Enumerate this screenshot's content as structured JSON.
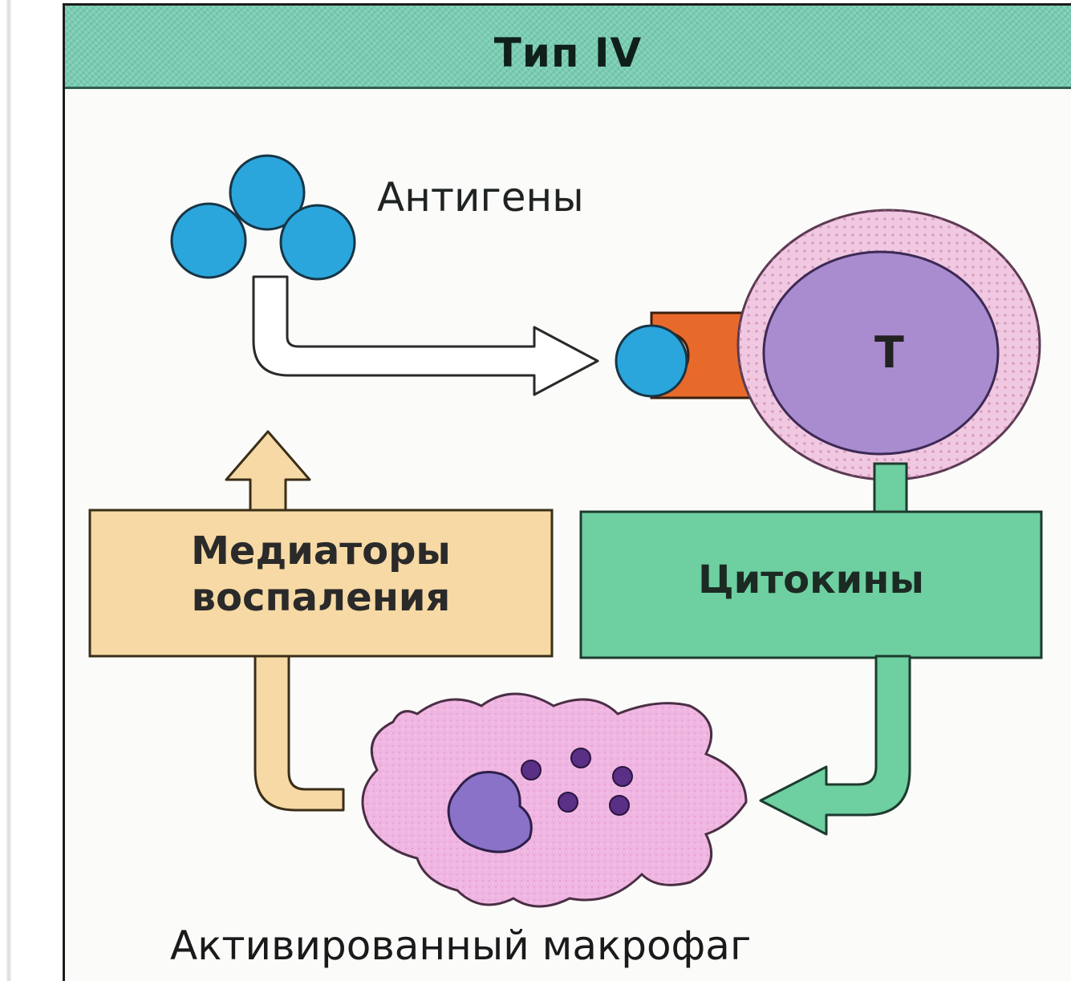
{
  "title": "Тип IV",
  "labels": {
    "antigens": "Антигены",
    "t_cell": "Т",
    "mediators": "Медиаторы воспаления",
    "cytokines": "Цитокины",
    "macrophage": "Активированный макрофаг"
  },
  "colors": {
    "title_bar": "#79cdb3",
    "antigen": "#2aa6dc",
    "t_cell_membrane": "#f1c8e2",
    "t_cell_nucleus": "#a98ccf",
    "receptor": "#e86a2a",
    "mediators_box": "#f6d9a4",
    "cytokines_box": "#6ecfa0",
    "macrophage": "#f0b6e2",
    "macrophage_nucleus": "#8a72c8",
    "granule": "#5a2f86"
  }
}
